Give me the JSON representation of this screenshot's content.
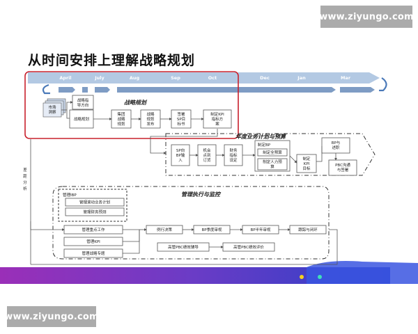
{
  "watermark": "www.ziyungo.com",
  "title": "从时间安排上理解战略规划",
  "months": [
    "April",
    "July",
    "Aug",
    "Sep",
    "Oct",
    "Dec",
    "Jan",
    "Mar"
  ],
  "side_label": [
    "差",
    "距",
    "分",
    "析"
  ],
  "section1": {
    "header": "战略规划",
    "market": [
      "市场",
      "洞察"
    ],
    "top": [
      [
        "战略指",
        "导方向"
      ]
    ],
    "steps": [
      [
        "战略规划"
      ],
      [
        "集团",
        "战略",
        "规划"
      ],
      [
        "战略",
        "规划",
        "发布"
      ],
      [
        "签署",
        "SP目",
        "标书"
      ],
      [
        "制定KPI",
        "指标方",
        "案"
      ]
    ]
  },
  "section2": {
    "header": "年度业务计划与预算",
    "steps": [
      [
        "SP向",
        "BP输",
        "入"
      ],
      [
        "机会",
        "点到",
        "订货"
      ],
      [
        "财务",
        "指标",
        "设定"
      ]
    ],
    "group_title": "制定BP",
    "group_items": [
      [
        "制定全预算"
      ],
      [
        "制定人力预",
        "算"
      ]
    ],
    "kpi": [
      "制定",
      "KPI",
      "目标"
    ],
    "bp_report": [
      "BP与",
      "述职"
    ],
    "pbc": [
      "PBC沟通",
      "与签署"
    ]
  },
  "section3": {
    "header": "管理执行与监控",
    "ibp_title": "管理IBP",
    "ibp_items": [
      "管理滚动业务计划",
      "管理财务预测"
    ],
    "left_items": [
      "管理重点工作",
      "管理KPI",
      "管理战略专题"
    ],
    "flow": [
      "例行决策",
      "BP季度审视",
      "BP半年审视",
      "跟踪与闭环"
    ],
    "bottom": [
      "高管PBC绩效辅导",
      "高管PBC绩效评价"
    ]
  },
  "colors": {
    "timeline": "#b3c9e3",
    "timeline_arrow": "#7e9cc4",
    "highlight_frame": "#c8202c",
    "band_left": "#9a2fb8",
    "band_right": "#2b3fc8"
  }
}
